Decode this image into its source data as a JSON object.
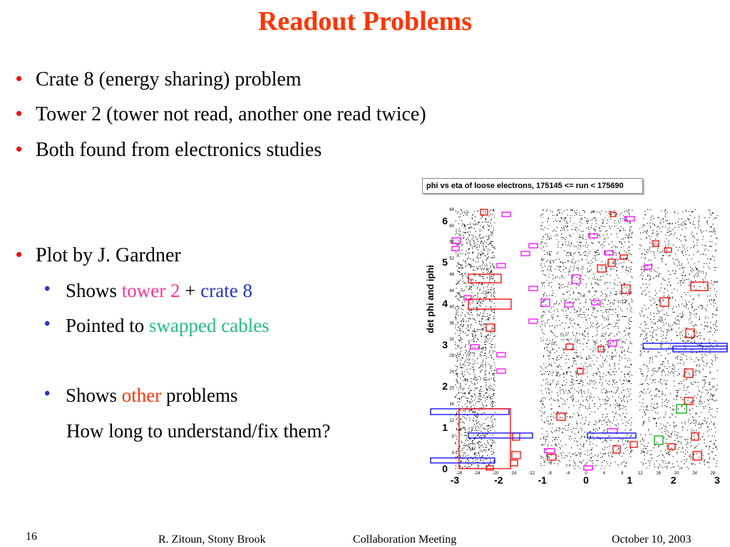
{
  "slide": {
    "title": "Readout Problems",
    "bullets": [
      "Crate 8 (energy sharing) problem",
      "Tower 2 (tower not read, another one read twice)",
      "Both found from electronics studies"
    ],
    "plot_by": "Plot by J. Gardner",
    "sub1": {
      "prefix": "Shows ",
      "a": "tower 2",
      "mid": " + ",
      "b": "crate 8"
    },
    "sub2": {
      "prefix": "Pointed to ",
      "a": "swapped cables"
    },
    "sub3": {
      "prefix": "Shows ",
      "a": "other",
      "suffix": " problems"
    },
    "question": "How long to understand/fix them?"
  },
  "plot": {
    "title": "phi vs eta of loose electrons, 175145 <= run < 175690",
    "ylabel": "det phi and iphi",
    "yticks": [
      "0",
      "1",
      "2",
      "3",
      "4",
      "5",
      "6"
    ],
    "xticks": [
      "-3",
      "-2",
      "-1",
      "0",
      "1",
      "2",
      "3"
    ],
    "iphi_ticks": [
      "4",
      "8",
      "12",
      "16",
      "20",
      "24",
      "28",
      "32",
      "36",
      "40",
      "44",
      "48",
      "52",
      "56",
      "60",
      "64"
    ],
    "ieta_ticks": [
      "-28",
      "-24",
      "-20",
      "-16",
      "-12",
      "-8",
      "-4",
      "0",
      "4",
      "8",
      "12",
      "16",
      "20",
      "24",
      "28"
    ]
  },
  "footer": {
    "page": "16",
    "author": "R. Zitoun, Stony Brook",
    "meeting": "Collaboration Meeting",
    "date": "October 10, 2003"
  },
  "colors": {
    "title": "#ff3300",
    "bullet": "#ee1111",
    "sub_bullet": "#2233cc",
    "tower": "#ff3399",
    "crate": "#2233cc",
    "cables": "#22bb88",
    "other": "#ff3300"
  }
}
